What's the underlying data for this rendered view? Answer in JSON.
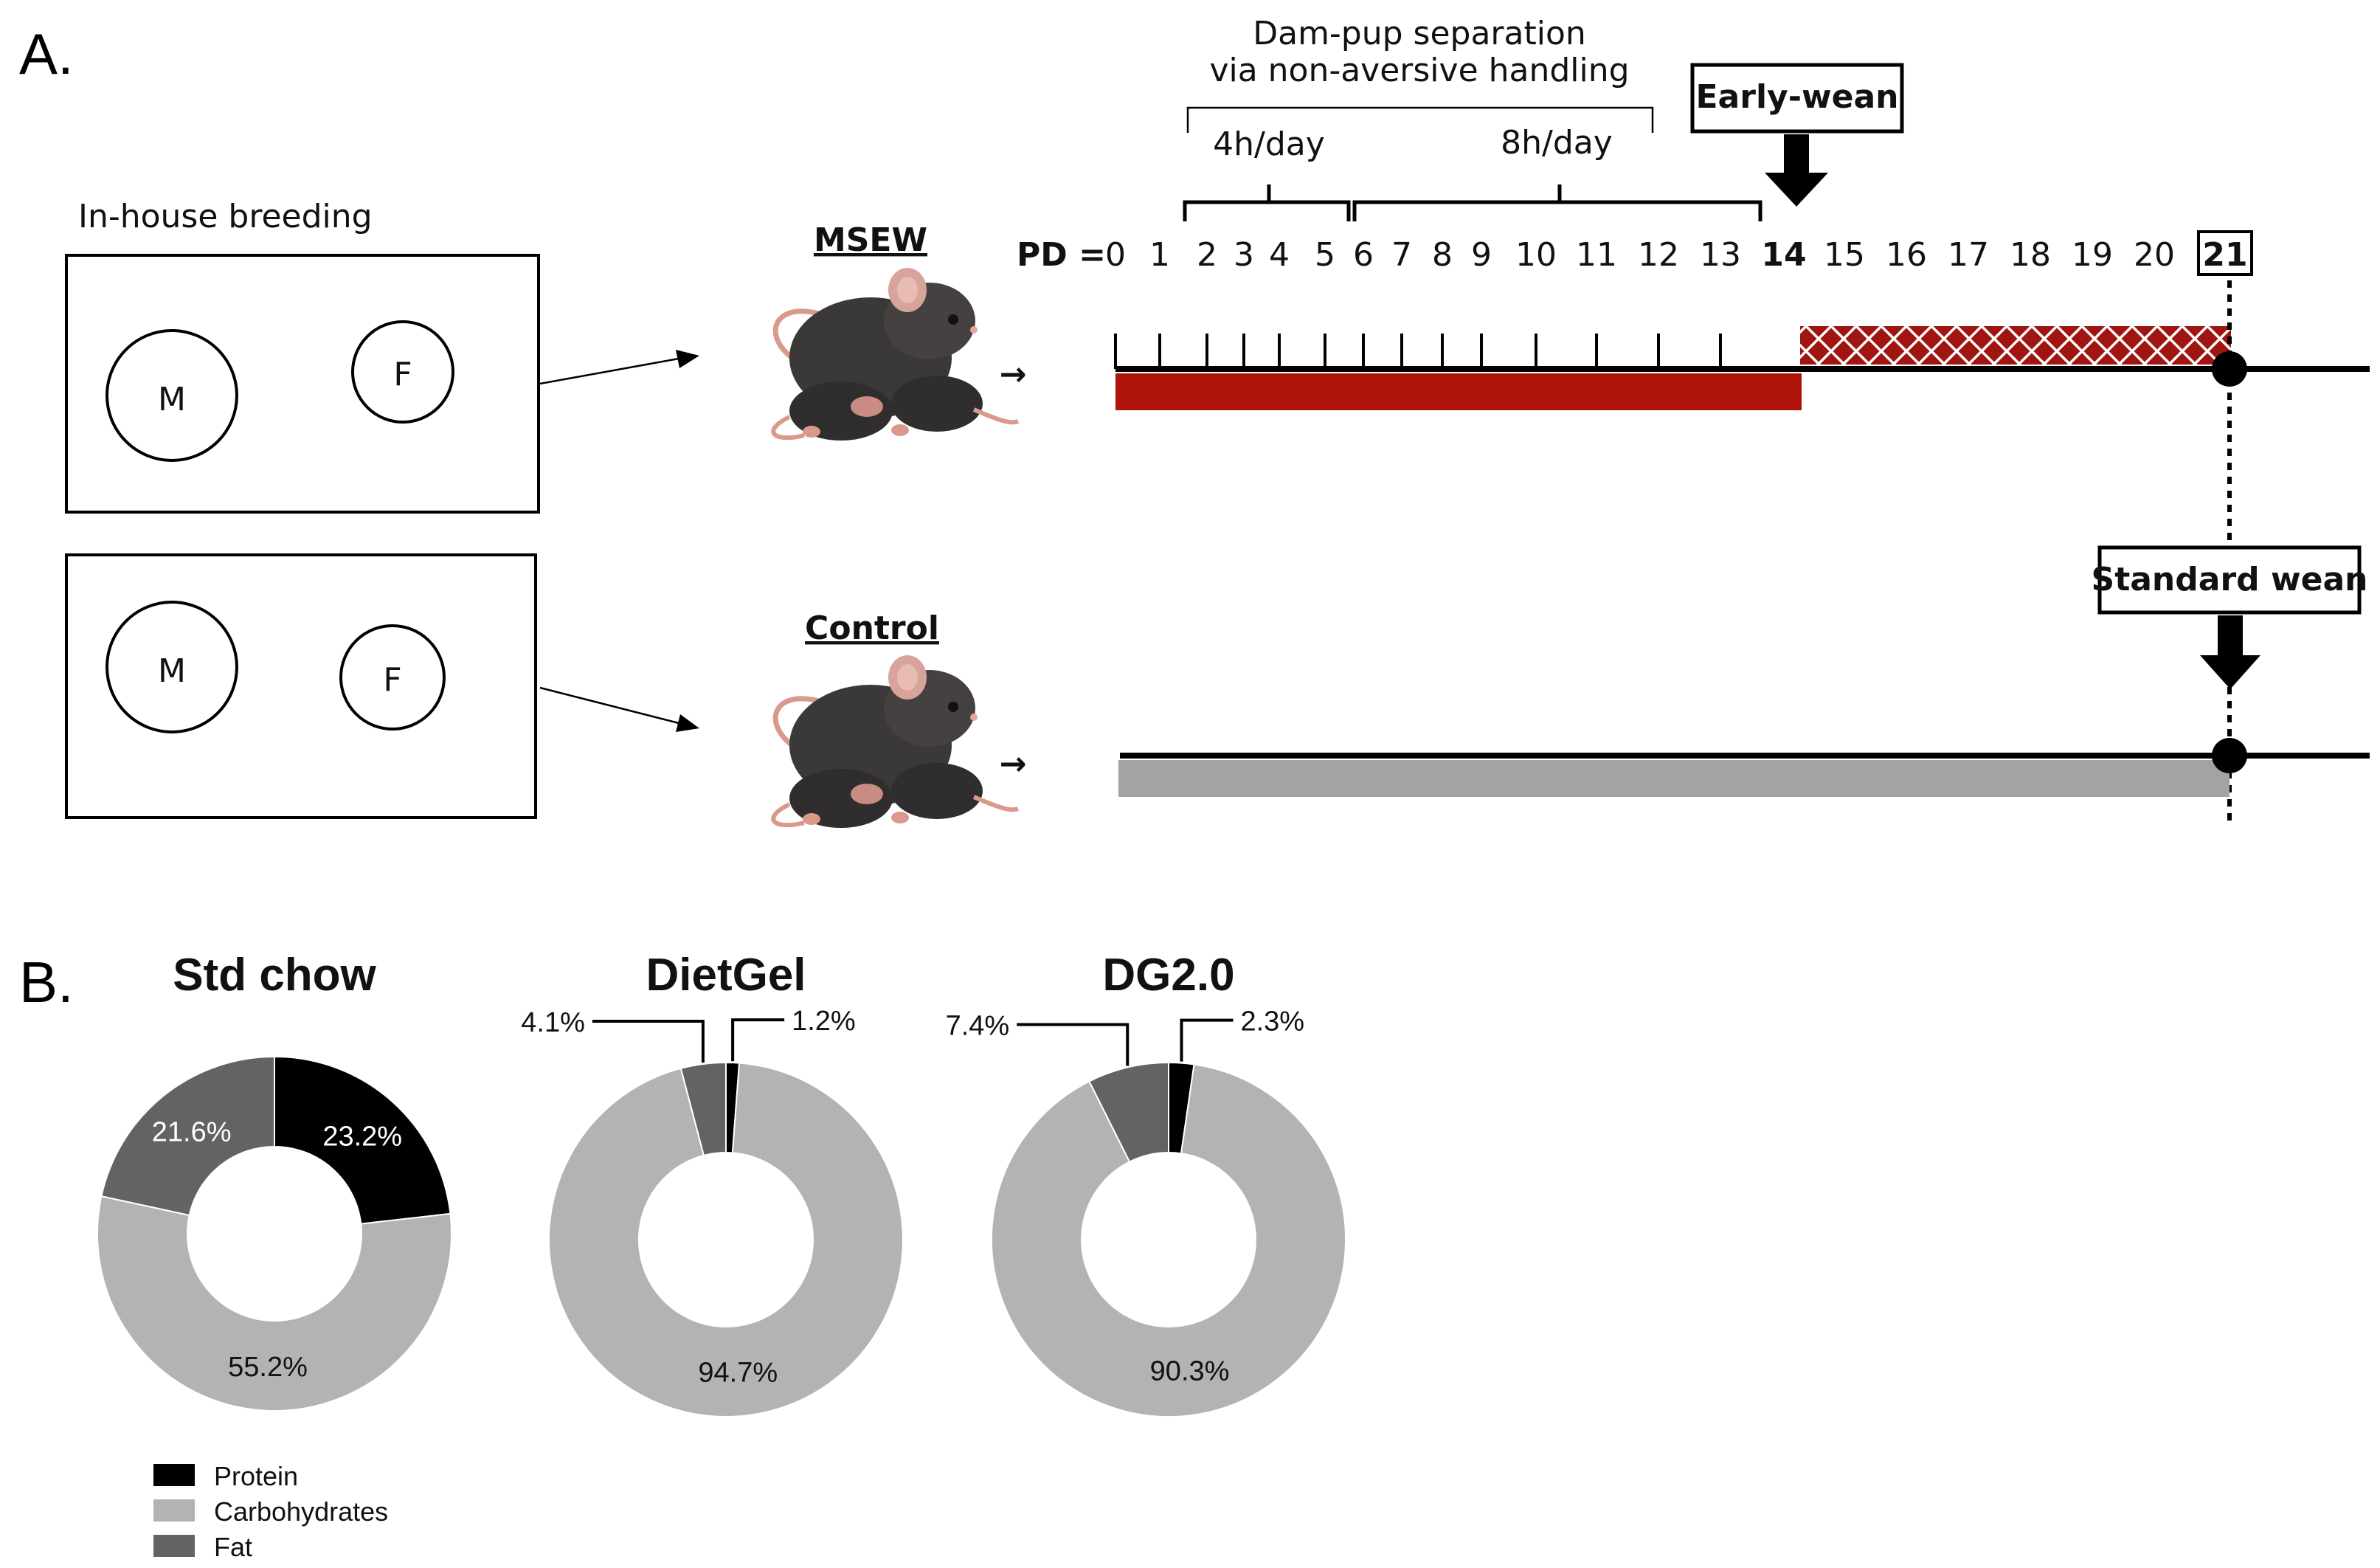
{
  "panel_a": {
    "letter": "A.",
    "breeding_label": "In-house breeding",
    "cage_top": {
      "male": "M",
      "female": "F"
    },
    "cage_bottom": {
      "male": "M",
      "female": "F"
    },
    "groups": [
      {
        "name": "MSEW",
        "icon": "mouse-family-icon",
        "arrow": "→"
      },
      {
        "name": "Control",
        "icon": "mouse-family-icon",
        "arrow": "→"
      }
    ],
    "separation_title_line1": "Dam-pup separation",
    "separation_title_line2": "via non-aversive handling",
    "phase1_label": "4h/day",
    "phase2_label": "8h/day",
    "early_wean_label": "Early-wean",
    "standard_wean_label": "Standard wean",
    "pd_prefix": "PD =",
    "pd_days": [
      "0",
      "1",
      "2",
      "3",
      "4",
      "5",
      "6",
      "7",
      "8",
      "9",
      "10",
      "11",
      "12",
      "13",
      "14",
      "15",
      "16",
      "17",
      "18",
      "19",
      "20",
      "21"
    ],
    "pd_bold_day": "14",
    "pd_boxed_day": "21",
    "colors": {
      "msew_bar": "#b0130a",
      "msew_hatch": "#a01512",
      "control_bar": "#a3a3a3",
      "line": "#000000"
    }
  },
  "panel_b": {
    "letter": "B.",
    "legend": [
      {
        "name": "Protein",
        "color": "#000000"
      },
      {
        "name": "Carbohydrates",
        "color": "#b3b3b6"
      },
      {
        "name": "Fat",
        "color": "#636363"
      }
    ]
  },
  "chart_data": [
    {
      "type": "pie",
      "title": "Std chow",
      "categories": [
        "Protein",
        "Carbohydrates",
        "Fat"
      ],
      "values": [
        23.2,
        55.2,
        21.6
      ],
      "labels": [
        "23.2%",
        "55.2%",
        "21.6%"
      ],
      "donut": true
    },
    {
      "type": "pie",
      "title": "DietGel",
      "categories": [
        "Protein",
        "Carbohydrates",
        "Fat"
      ],
      "values": [
        1.2,
        94.7,
        4.1
      ],
      "labels": [
        "1.2%",
        "94.7%",
        "4.1%"
      ],
      "donut": true
    },
    {
      "type": "pie",
      "title": "DG2.0",
      "categories": [
        "Protein",
        "Carbohydrates",
        "Fat"
      ],
      "values": [
        2.3,
        90.3,
        7.4
      ],
      "labels": [
        "2.3%",
        "90.3%",
        "7.4%"
      ],
      "donut": true
    }
  ]
}
